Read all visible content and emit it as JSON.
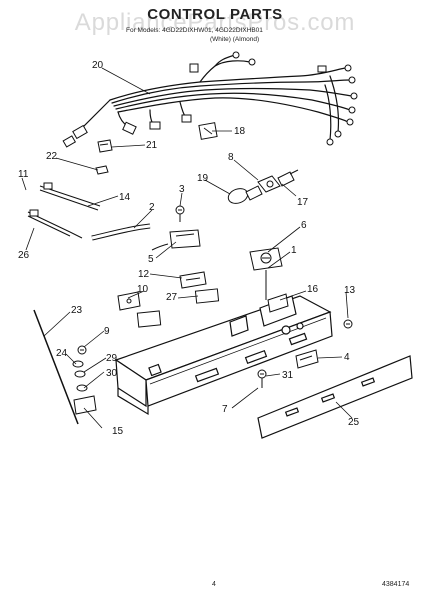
{
  "header": {
    "watermark": "AppliancePartsPros.com",
    "title": "CONTROL PARTS",
    "for_models_line": "For Models: 4GD22DIXHW01, 4GD22DIXHB01",
    "finish_labels": "(White)          (Almond)"
  },
  "callouts": [
    "20",
    "18",
    "21",
    "22",
    "8",
    "11",
    "19",
    "17",
    "14",
    "3",
    "2",
    "6",
    "26",
    "5",
    "1",
    "12",
    "10",
    "27",
    "16",
    "13",
    "23",
    "9",
    "4",
    "24",
    "29",
    "31",
    "30",
    "7",
    "25",
    "15"
  ],
  "footer": {
    "page_number": "4",
    "part_number": "4384174"
  }
}
